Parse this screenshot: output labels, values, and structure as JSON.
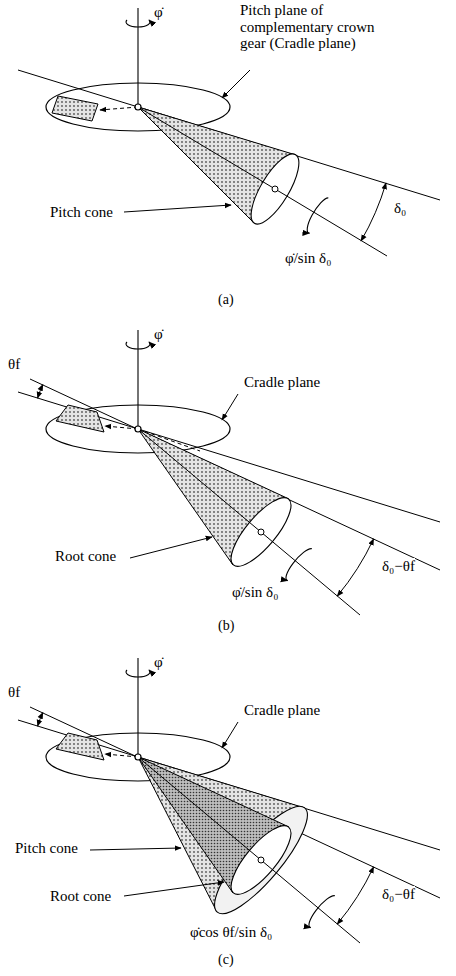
{
  "diagram": {
    "labels": [
      "φ̇",
      "Pitch plane of complementary crown gear (Cradle plane)",
      "Pitch cone",
      "δ₀",
      "φ̇/sin δ₀",
      "(a)",
      "φ̇",
      "Cradle plane",
      "θf",
      "Root cone",
      "δ₀−θf",
      "φ̇/sin δ₀",
      "(b)",
      "φ̇",
      "Cradle plane",
      "θf",
      "Pitch cone",
      "Root cone",
      "δ₀−θf",
      "φ̇cos θf/sin δ₀",
      "(c)"
    ]
  }
}
